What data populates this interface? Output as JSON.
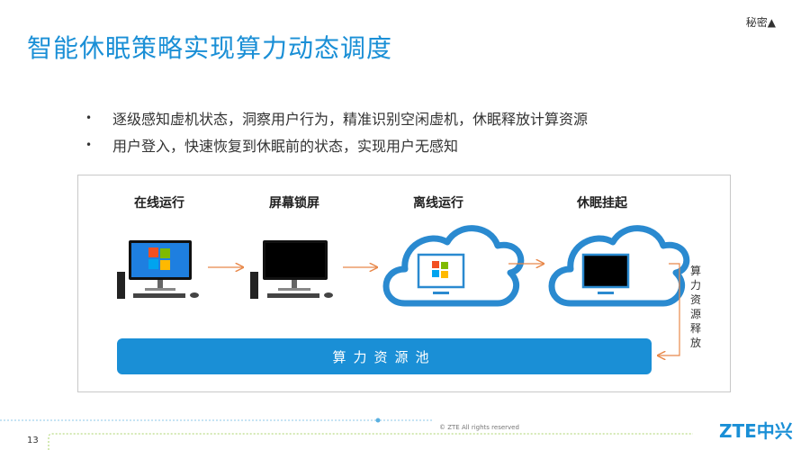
{
  "header": {
    "confidential": "秘密▲",
    "title": "智能休眠策略实现算力动态调度"
  },
  "bullets": [
    "逐级感知虚机状态，洞察用户行为，精准识别空闲虚机，休眠释放计算资源",
    "用户登入，快速恢复到休眠前的状态，实现用户无感知"
  ],
  "bullet_symbol": "•",
  "diagram": {
    "stages": [
      "在线运行",
      "屏幕锁屏",
      "离线运行",
      "休眠挂起"
    ],
    "pool_label": "算力资源池",
    "release_label": "算力资源释放"
  },
  "footer": {
    "copyright": "© ZTE All rights reserved",
    "page_number": "13",
    "logo": "ZTE中兴"
  },
  "colors": {
    "brand_blue": "#1a8fd6",
    "arrow_orange": "#e8884a",
    "cloud_blue": "#2a8ad0"
  }
}
